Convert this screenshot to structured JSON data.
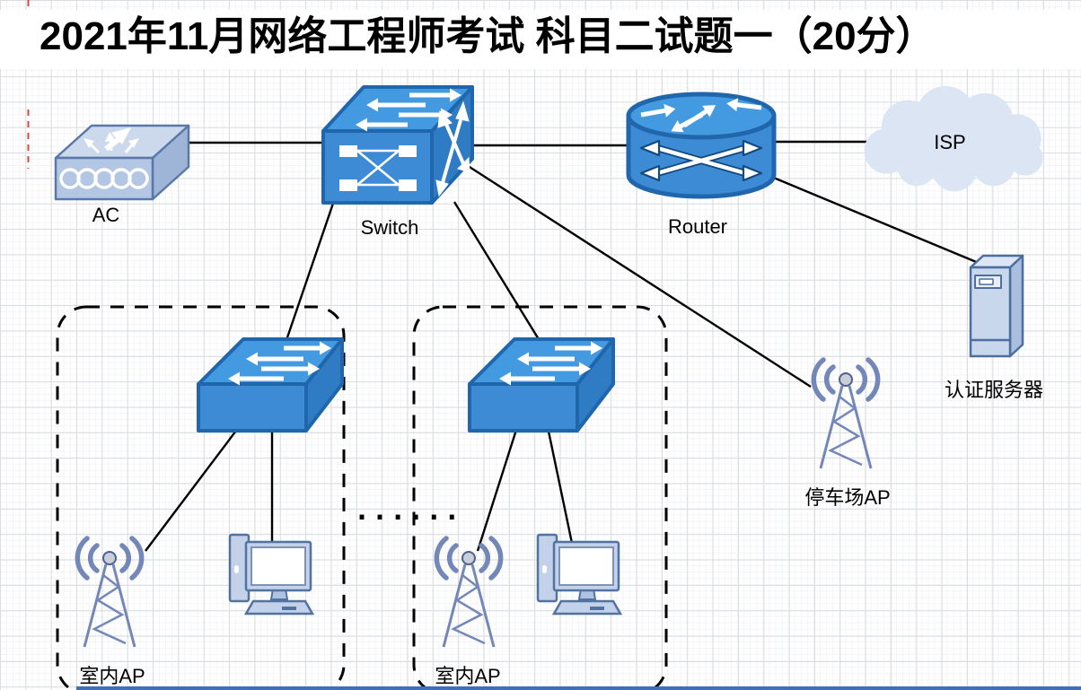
{
  "title": "2021年11月网络工程师考试 科目二试题一（20分）",
  "diagram": {
    "nodes": {
      "ac": {
        "label": "AC",
        "type": "wireless-access-controller"
      },
      "core_switch": {
        "label": "Switch",
        "type": "switch"
      },
      "router": {
        "label": "Router",
        "type": "router"
      },
      "isp": {
        "label": "ISP",
        "type": "internet-cloud"
      },
      "auth_server": {
        "label": "认证服务器",
        "type": "tower-server"
      },
      "parking_ap": {
        "label": "停车场AP",
        "type": "wireless-ap-antenna"
      },
      "access_switch_1": {
        "type": "switch"
      },
      "access_switch_2": {
        "type": "switch"
      },
      "indoor_ap_1": {
        "label": "室内AP",
        "type": "wireless-ap-antenna"
      },
      "indoor_ap_2": {
        "label": "室内AP",
        "type": "wireless-ap-antenna"
      },
      "pc_1": {
        "type": "desktop-computer"
      },
      "pc_2": {
        "type": "desktop-computer"
      }
    },
    "connections": [
      [
        "ac",
        "core_switch"
      ],
      [
        "core_switch",
        "router"
      ],
      [
        "router",
        "isp"
      ],
      [
        "router",
        "auth_server"
      ],
      [
        "core_switch",
        "parking_ap"
      ],
      [
        "core_switch",
        "access_switch_1"
      ],
      [
        "core_switch",
        "access_switch_2"
      ],
      [
        "access_switch_1",
        "indoor_ap_1"
      ],
      [
        "access_switch_1",
        "pc_1"
      ],
      [
        "access_switch_2",
        "indoor_ap_2"
      ],
      [
        "access_switch_2",
        "pc_2"
      ]
    ],
    "groups": [
      "indoor-ap-group-1",
      "indoor-ap-group-2"
    ],
    "ellipsis": "......"
  },
  "colors": {
    "device_blue": "#3e8ed8",
    "device_border": "#1f66ad",
    "light_device_fill": "#c9d7ed",
    "light_device_border": "#53739f",
    "antenna_blue": "#7387b8",
    "cloud_fill": "#dbe5f4",
    "connection_line": "#000000",
    "dashed_group_border": "#000000",
    "title_text": "#000000",
    "bottom_bar": "#3f6fb5",
    "page_marker_red": "#d44a3a"
  }
}
